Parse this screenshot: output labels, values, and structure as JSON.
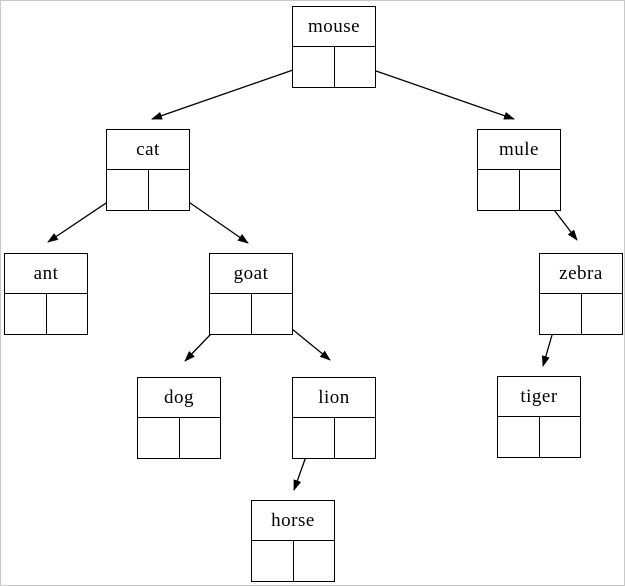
{
  "page": {
    "background_color": "#ffffff",
    "frame_border_color": "#c9c9c9",
    "stroke_color": "#000000"
  },
  "diagram": {
    "type": "binary-tree",
    "root": "mouse",
    "structure": {
      "mouse": {
        "left": "cat",
        "right": "mule"
      },
      "cat": {
        "left": "ant",
        "right": "goat"
      },
      "mule": {
        "left": null,
        "right": "zebra"
      },
      "ant": {
        "left": null,
        "right": null
      },
      "goat": {
        "left": "dog",
        "right": "lion"
      },
      "zebra": {
        "left": "tiger",
        "right": null
      },
      "dog": {
        "left": null,
        "right": null
      },
      "lion": {
        "left": "horse",
        "right": null
      },
      "tiger": {
        "left": null,
        "right": null
      },
      "horse": {
        "left": null,
        "right": null
      }
    }
  },
  "nodes": [
    {
      "id": "mouse",
      "label": "mouse"
    },
    {
      "id": "cat",
      "label": "cat"
    },
    {
      "id": "mule",
      "label": "mule"
    },
    {
      "id": "ant",
      "label": "ant"
    },
    {
      "id": "goat",
      "label": "goat"
    },
    {
      "id": "zebra",
      "label": "zebra"
    },
    {
      "id": "dog",
      "label": "dog"
    },
    {
      "id": "lion",
      "label": "lion"
    },
    {
      "id": "tiger",
      "label": "tiger"
    },
    {
      "id": "horse",
      "label": "horse"
    }
  ],
  "edges": [
    {
      "from": "mouse",
      "pointer": "left",
      "to": "cat"
    },
    {
      "from": "mouse",
      "pointer": "right",
      "to": "mule"
    },
    {
      "from": "cat",
      "pointer": "left",
      "to": "ant"
    },
    {
      "from": "cat",
      "pointer": "right",
      "to": "goat"
    },
    {
      "from": "mule",
      "pointer": "right",
      "to": "zebra"
    },
    {
      "from": "goat",
      "pointer": "left",
      "to": "dog"
    },
    {
      "from": "goat",
      "pointer": "right",
      "to": "lion"
    },
    {
      "from": "zebra",
      "pointer": "left",
      "to": "tiger"
    },
    {
      "from": "lion",
      "pointer": "left",
      "to": "horse"
    }
  ]
}
